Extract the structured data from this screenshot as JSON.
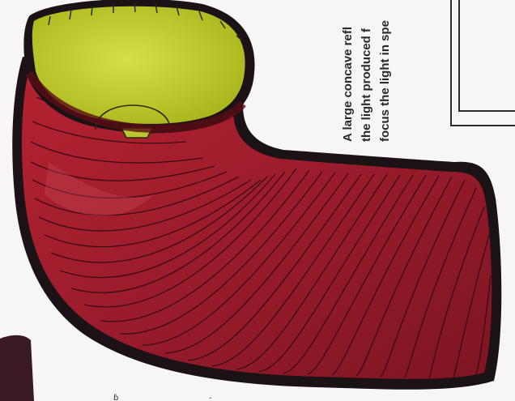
{
  "caption": {
    "lines": [
      "A large concave refl",
      "the light produced f",
      "focus the light in spe"
    ]
  },
  "colors": {
    "reflector_fill": "#c8d62a",
    "body_fill": "#9e1e2a",
    "body_dark": "#5a0d14",
    "outline": "#1b1215",
    "page_bg": "#f7f6f4"
  }
}
